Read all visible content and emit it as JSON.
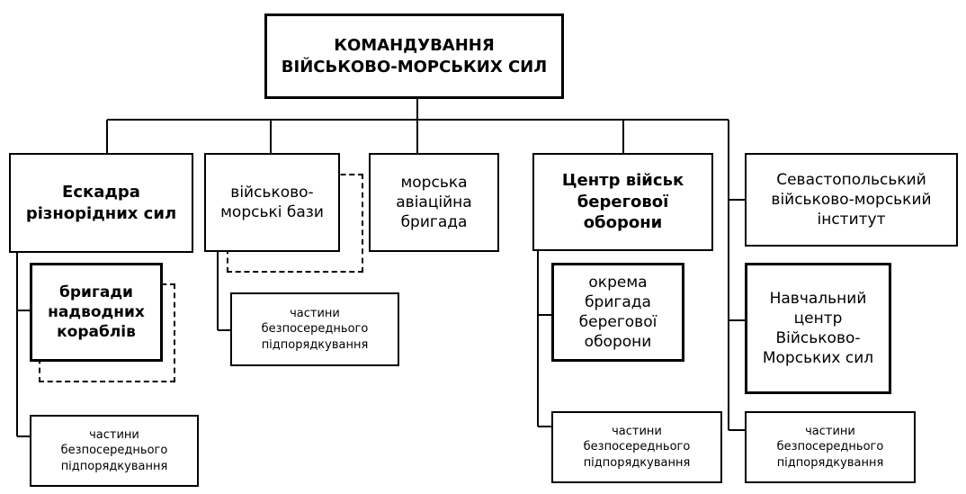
{
  "diagram": {
    "root": "КОМАНДУВАННЯ\nВІЙСЬКОВО-МОРСЬКИХ СИЛ",
    "escadra": "Ескадра\nрізнорідних сил",
    "bases": "військово-\nморські бази",
    "aviation": "морська\nавіаційна\nбригада",
    "coastal_center": "Центр військ\nберегової\nоборони",
    "institute": "Севастопольський\nвійськово-морський\nінститут",
    "ship_brigades": "бригади\nнадводних\nкораблів",
    "coastal_brigade": "окрема\nбригада\nберегової\nоборони",
    "training_center": "Навчальний\nцентр\nВійськово-\nМорських сил",
    "direct_units_1": "частини\nбезпосереднього\nпідпорядкування",
    "direct_units_2": "частини\nбезпосереднього\nпідпорядкування",
    "direct_units_3": "частини\nбезпосереднього\nпідпорядкування",
    "direct_units_4": "частини\nбезпосереднього\nпідпорядкування"
  }
}
